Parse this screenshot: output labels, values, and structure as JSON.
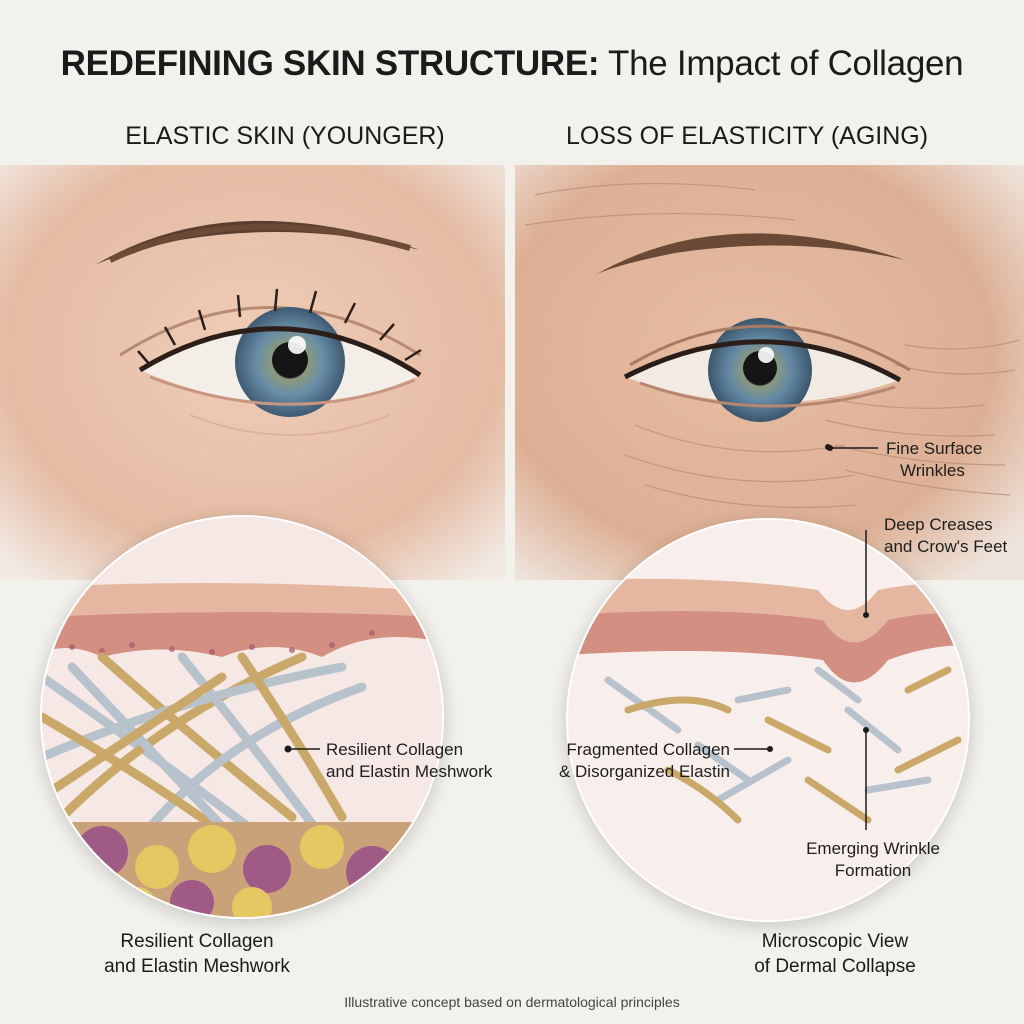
{
  "title": {
    "bold": "REDEFINING SKIN STRUCTURE:",
    "rest": " The Impact of Collagen"
  },
  "panels": {
    "left_heading": "ELASTIC SKIN (YOUNGER)",
    "right_heading": "LOSS OF ELASTICITY (AGING)"
  },
  "callouts": {
    "fine_wrinkles_1": "Fine Surface",
    "fine_wrinkles_2": "Wrinkles",
    "deep_creases_1": "Deep Creases",
    "deep_creases_2": "and Crow's Feet",
    "resilient_1": "Resilient Collagen",
    "resilient_2": "and Elastin Meshwork",
    "fragmented_1": "Fragmented Collagen",
    "fragmented_2": "& Disorganized Elastin",
    "emerging_1": "Emerging Wrinkle",
    "emerging_2": "Formation"
  },
  "captions": {
    "left_1": "Resilient Collagen",
    "left_2": "and Elastin Meshwork",
    "right_1": "Microscopic View",
    "right_2": "of Dermal Collapse"
  },
  "footnote": "Illustrative concept based on dermatological principles",
  "colors": {
    "skin_young": "#e9c4ae",
    "skin_aged": "#e2b99f",
    "iris": "#5b7f9a",
    "collagen": "#c9a86a",
    "elastin": "#b8c2cc",
    "epidermis": "#d79a8a",
    "fat_purple": "#a05a86",
    "fat_yellow": "#e6c862"
  }
}
